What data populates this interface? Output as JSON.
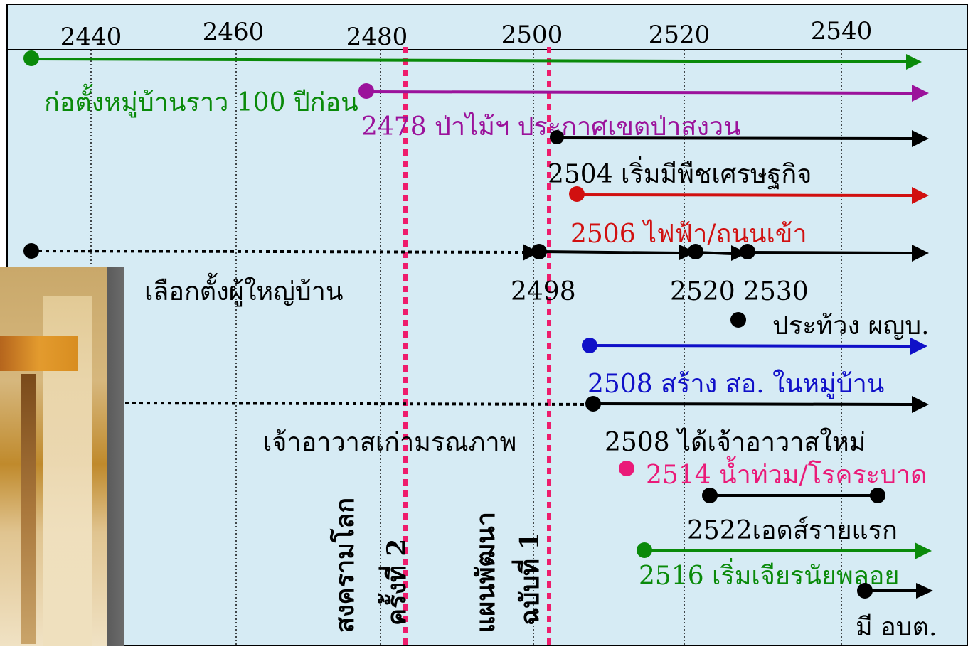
{
  "years": [
    "2440",
    "2460",
    "2480",
    "2500",
    "2520",
    "2540"
  ],
  "events": {
    "village_founded": "ก่อตั้งหมู่บ้านราว 100 ปีก่อน",
    "forest_reserve": "2478 ป่าไม้ฯ ประกาศเขตป่าสงวน",
    "cash_crops": "2504 เริ่มมีพืชเศรษฐกิจ",
    "electricity_road": "2506 ไฟฟ้า/ถนนเข้า",
    "headman_election": "เลือกตั้งผู้ใหญ่บ้าน",
    "year_2498": "2498",
    "year_2520_2530": "2520 2530",
    "headman_death": "ประท้วง ผญบ.",
    "health_station": "2508 สร้าง สอ. ในหมู่บ้าน",
    "old_abbot_died": "เจ้าอาวาสเก่ามรณภาพ",
    "new_abbot": "2508 ได้เจ้าอาวาสใหม่",
    "flood_epidemic": "2514 น้ำท่วม/โรคระบาด",
    "first_aids": "2522เอดส์รายแรก",
    "jiaranai_plowing": "2516 เริ่มเจียรนัยพลอย",
    "tao": "มี อบต."
  },
  "milestones": {
    "ww2_line1": "สงครามโลก",
    "ww2_line2": "ครั้งที่ 2",
    "plan_line1": "แผนพัฒนา",
    "plan_line2": "ฉบับที่ 1"
  },
  "colors": {
    "background": "#d6ebf4",
    "green": "#0a8a0a",
    "purple": "#9b129b",
    "black": "#000000",
    "red": "#d11010",
    "blue": "#1010c8",
    "pink": "#ea1a78",
    "milestone_line": "#ee1c6c"
  }
}
